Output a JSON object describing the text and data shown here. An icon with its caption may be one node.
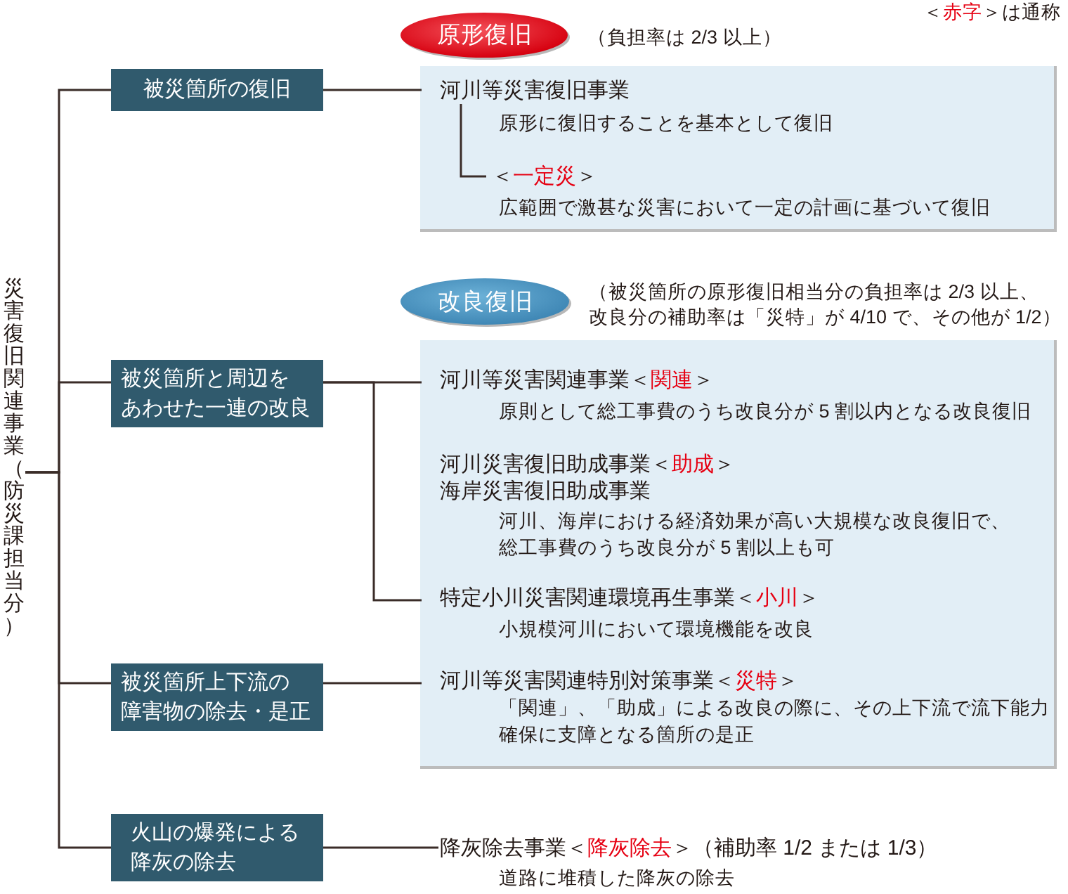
{
  "diagram": {
    "nodes": [
      {
        "text": [
          "災害復旧関連事業（防災課担当分）"
        ]
      },
      {
        "text": [
          "被災箇所の復旧"
        ]
      },
      {
        "text": [
          "被災箇所と周辺をあわせた一連の改良"
        ]
      },
      {
        "text": [
          "被災箇所上下流の障害物の除去・是正"
        ]
      },
      {
        "text": [
          "火山の爆発による降灰の除去"
        ]
      },
      {
        "text": [
          "原形復旧"
        ],
        "beside": [
          "（負担率は 2/3 以上）"
        ]
      },
      {
        "text": [],
        "shape": "box"
      },
      {
        "text": [
          "河川等災害復旧事業"
        ],
        "beside": [
          "原形に復旧することを基本として復旧"
        ],
        "in": 6
      },
      {
        "text": [
          "＜*一定災*＞"
        ],
        "beside": [
          "広範囲で激甚な災害において一定の計画に基づいて復旧"
        ],
        "in": 6
      },
      {
        "text": [
          "改良復旧"
        ],
        "beside": [
          "（被災箇所の原形復旧相当分の負担率は 2/3 以上、改良分の補助率は「災特」が 4/10 で、その他が 1/2）"
        ]
      },
      {
        "text": [],
        "shape": "box"
      },
      {
        "text": [
          "河川等災害関連事業＜*関連*＞"
        ],
        "beside": [
          "原則として総工事費のうち改良分が 5 割以内となる改良復旧"
        ],
        "in": 10
      },
      {
        "text": [
          "河川災害復旧助成事業＜*助成*＞",
          "海岸災害復旧助成事業"
        ],
        "beside": [
          "河川、海岸における経済効果が高い大規模な改良復旧で、総工事費のうち改良分が 5 割以上も可"
        ],
        "in": 10
      },
      {
        "text": [
          "特定小川災害関連環境再生事業＜*小川*＞"
        ],
        "beside": [
          "小規模河川において環境機能を改良"
        ],
        "in": 10
      },
      {
        "text": [
          "河川等災害関連特別対策事業＜*災特*＞"
        ],
        "beside": [
          "「関連」、「助成」による改良の際に、その上下流で流下能力確保に支障となる箇所の是正"
        ],
        "in": 10
      },
      {
        "text": [
          "降灰除去事業＜*降灰除去*＞（補助率 1/2 または 1/3）"
        ],
        "beside": [
          "道路に堆積した降灰の除去"
        ]
      }
    ],
    "edges": [
      {
        "from": 0,
        "to": 1,
        "arrow": "none"
      },
      {
        "from": 0,
        "to": 2,
        "arrow": "none"
      },
      {
        "from": 0,
        "to": 3,
        "arrow": "none"
      },
      {
        "from": 0,
        "to": 4,
        "arrow": "none"
      },
      {
        "from": 1,
        "to": 7,
        "arrow": "none"
      },
      {
        "from": 7,
        "to": 8,
        "arrow": "none"
      },
      {
        "from": 2,
        "to": 11,
        "arrow": "none"
      },
      {
        "from": 2,
        "to": 13,
        "arrow": "none"
      },
      {
        "from": 3,
        "to": 14,
        "arrow": "none"
      },
      {
        "from": 4,
        "to": 15,
        "arrow": "none"
      }
    ],
    "labels": [
      "＜*赤字*＞は通称"
    ]
  }
}
